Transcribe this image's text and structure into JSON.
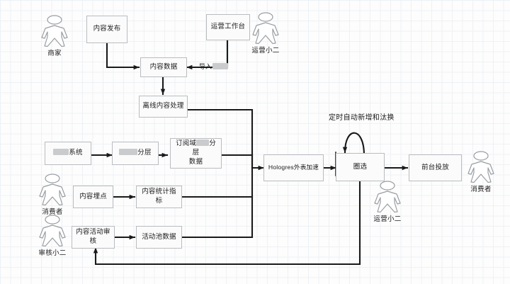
{
  "diagram": {
    "title_annotation": "定时自动新增和汰换",
    "edge_labels": [
      {
        "text": "导入",
        "redacted": true
      }
    ],
    "nodes": [
      {
        "id": "content-publish",
        "label": "内容发布",
        "redacted": false
      },
      {
        "id": "ops-workbench",
        "label": "运营工作台",
        "redacted": false
      },
      {
        "id": "content-data",
        "label": "内容数据",
        "redacted": false
      },
      {
        "id": "offline-content-proc",
        "label": "离线内容处理",
        "redacted": false
      },
      {
        "id": "xx-system",
        "label": "系统",
        "redacted": true,
        "redact_pos": "before"
      },
      {
        "id": "xx-tiering",
        "label": "分层",
        "redacted": true,
        "redact_pos": "before"
      },
      {
        "id": "subscribe-tier-data",
        "label": "订阅域分层数据",
        "redacted": true,
        "redact_pos": "middle",
        "line1_pre": "订阅域",
        "line1_post": "分层",
        "line2": "数据"
      },
      {
        "id": "content-tracking",
        "label": "内容埋点",
        "redacted": false
      },
      {
        "id": "content-stats",
        "label": "内容统计指标",
        "redacted": false
      },
      {
        "id": "content-activity-audit",
        "label": "内容活动审核",
        "redacted": false
      },
      {
        "id": "activity-pool-data",
        "label": "活动池数据",
        "redacted": false
      },
      {
        "id": "hologres-accel",
        "label": "Hologres外表加速",
        "redacted": false
      },
      {
        "id": "selection",
        "label": "圈选",
        "redacted": false
      },
      {
        "id": "frontend-delivery",
        "label": "前台投放",
        "redacted": false
      }
    ],
    "actors": [
      {
        "id": "merchant",
        "label": "商家"
      },
      {
        "id": "ops-staff-top",
        "label": "运营小二"
      },
      {
        "id": "consumer-left",
        "label": "消费者"
      },
      {
        "id": "auditor",
        "label": "审核小二"
      },
      {
        "id": "ops-staff-mid",
        "label": "运营小二"
      },
      {
        "id": "consumer-right",
        "label": "消费者"
      }
    ],
    "colors": {
      "node_fill": "#fbfbfb",
      "node_border": "#b9bcc0",
      "wire": "#1a1a1a",
      "grid_minor": "#eef1f4",
      "grid_major": "#e3e8ed",
      "redaction": "#c9cbcd",
      "background": "#fdfdfd"
    }
  }
}
